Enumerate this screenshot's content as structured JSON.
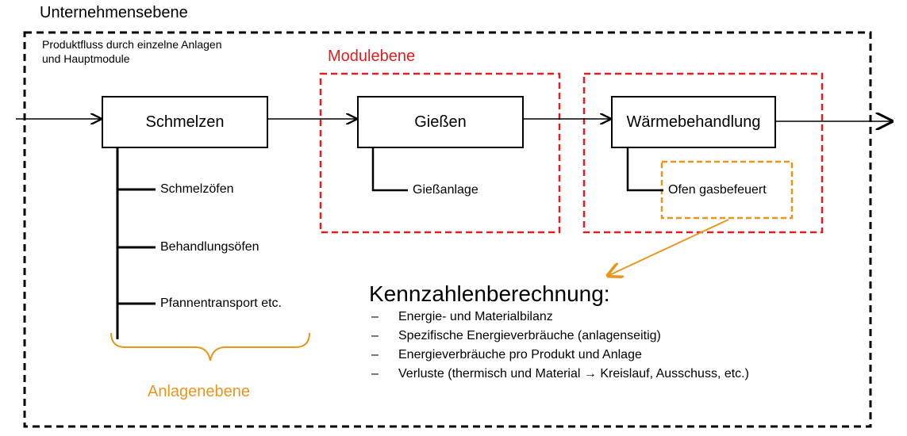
{
  "diagram": {
    "company_level": "Unternehmensebene",
    "flow_note": "Produktfluss durch einzelne Anlagen und Hauptmodule",
    "module_level": "Modulebene",
    "plant_level": "Anlagenebene",
    "processes": {
      "melting": "Schmelzen",
      "casting": "Gießen",
      "heat_treatment": "Wärmebehandlung"
    },
    "melting_plants": [
      "Schmelzöfen",
      "Behandlungsöfen",
      "Pfannentransport etc."
    ],
    "casting_plant": "Gießanlage",
    "heat_treatment_plant": "Ofen gasbefeuert",
    "kpi": {
      "title": "Kennzahlenberechnung:",
      "items": [
        "Energie- und Materialbilanz",
        "Spezifische Energieverbräuche (anlagenseitig)",
        "Energieverbräuche pro Produkt und Anlage",
        "Verluste (thermisch und Material → Kreislauf, Ausschuss, etc.)"
      ]
    },
    "colors": {
      "company": "#000000",
      "module": "#e02020",
      "plant": "#e8961e",
      "line": "#000000"
    }
  }
}
